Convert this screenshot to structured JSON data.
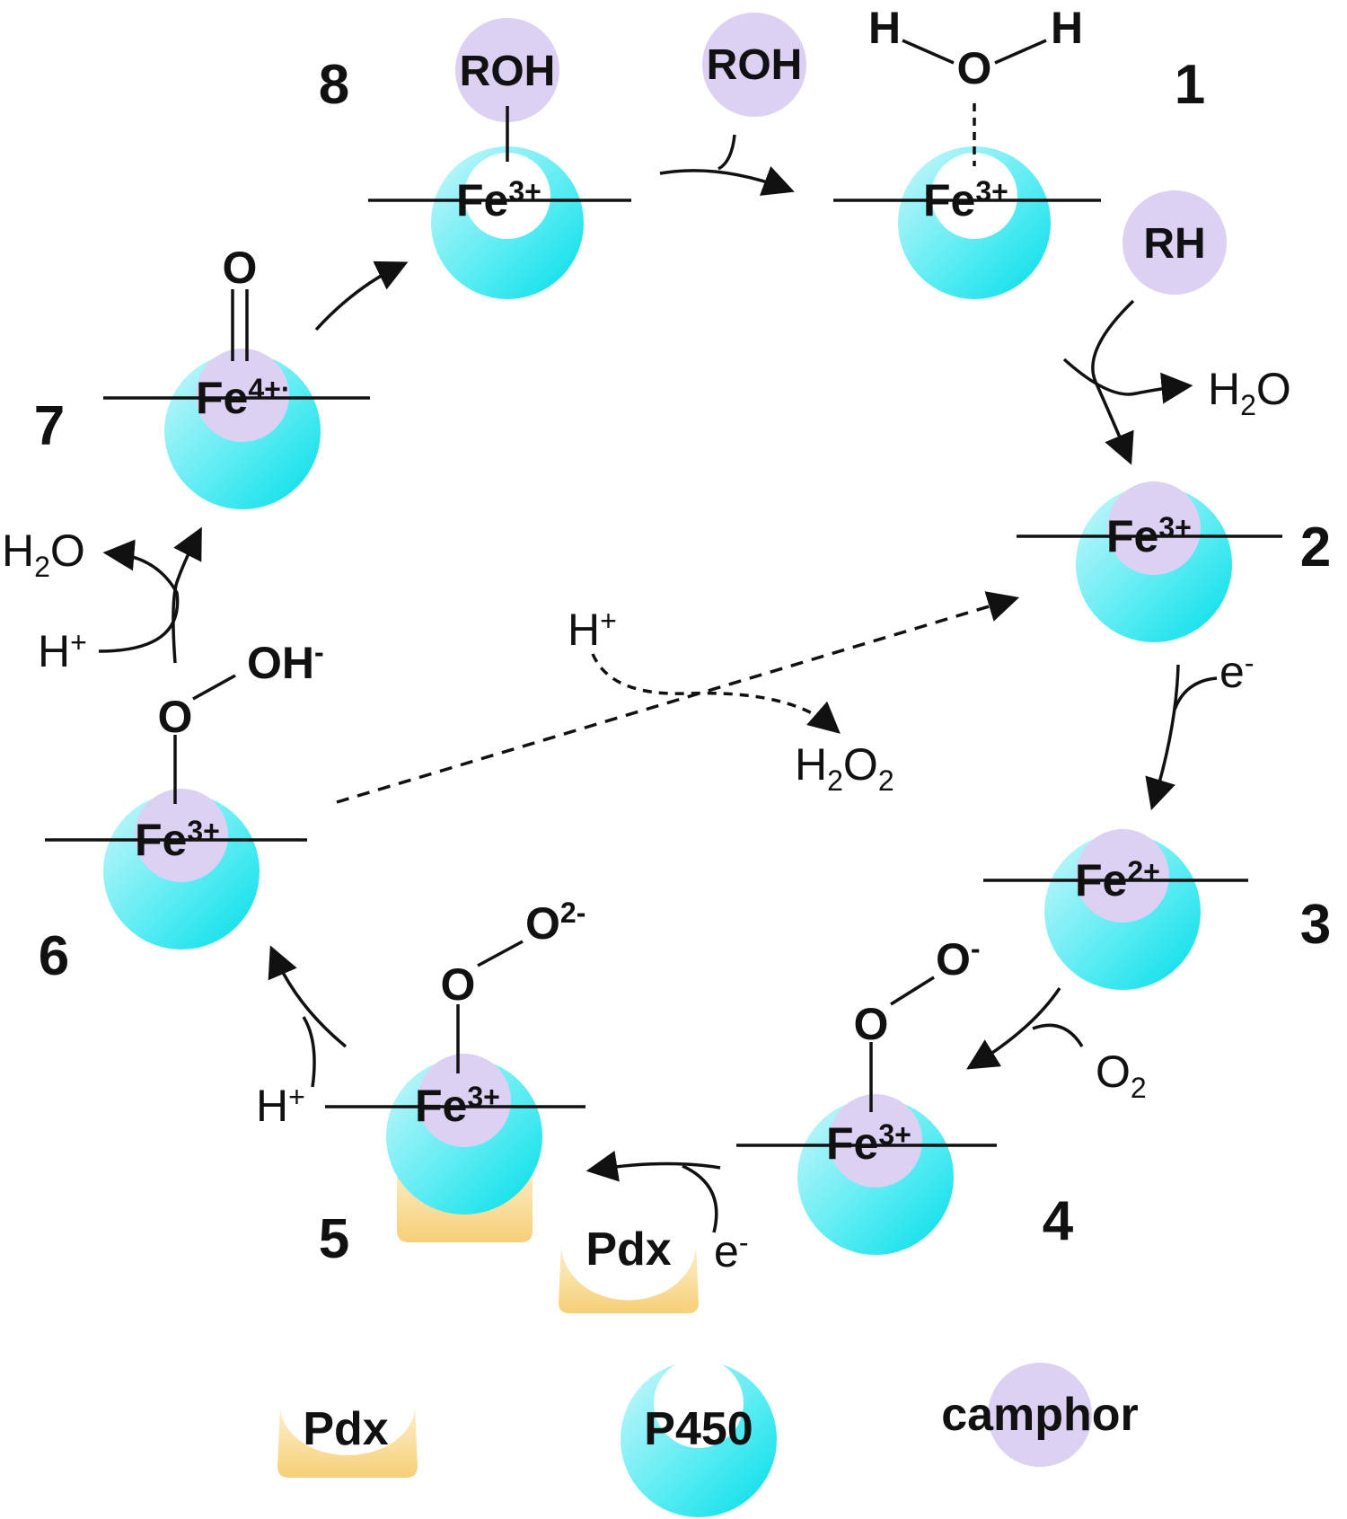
{
  "colors": {
    "p450_light": "#cdf7fb",
    "p450_dark": "#00dde8",
    "camphor": "#dcd0f3",
    "pdx_light": "#fdf1cf",
    "pdx_dark": "#f6cf77",
    "ink": "#111111"
  },
  "states": {
    "s1": {
      "number": "1",
      "fe": "Fe",
      "charge": "3+",
      "ligand_o": "O",
      "ligand_h_left": "H",
      "ligand_h_right": "H"
    },
    "s2": {
      "number": "2",
      "fe": "Fe",
      "charge": "3+"
    },
    "s3": {
      "number": "3",
      "fe": "Fe",
      "charge": "2+"
    },
    "s4": {
      "number": "4",
      "fe": "Fe",
      "charge": "3+",
      "o_inner": "O",
      "o_outer": "O",
      "o_outer_charge": "-"
    },
    "s5": {
      "number": "5",
      "fe": "Fe",
      "charge": "3+",
      "o_inner": "O",
      "o_outer": "O",
      "o_outer_charge": "2-"
    },
    "s6": {
      "number": "6",
      "fe": "Fe",
      "charge": "3+",
      "o_inner": "O",
      "oh": "OH",
      "oh_charge": "-"
    },
    "s7": {
      "number": "7",
      "fe": "Fe",
      "charge": "4+·",
      "oxo": "O"
    },
    "s8": {
      "number": "8",
      "fe": "Fe",
      "charge": "3+",
      "roh": "ROH"
    }
  },
  "reagents": {
    "roh_released": "ROH",
    "rh": "RH",
    "h2o_step1": {
      "base": "H",
      "sub": "2",
      "tail": "O"
    },
    "e_step2": {
      "base": "e",
      "sup": "-"
    },
    "o2_step3": {
      "base": "O",
      "sub": "2"
    },
    "pdx_step4": "Pdx",
    "e_step4": {
      "base": "e",
      "sup": "-"
    },
    "h_step5": {
      "base": "H",
      "sup": "+"
    },
    "h_step6": {
      "base": "H",
      "sup": "+"
    },
    "h2o_step6": {
      "base": "H",
      "sub": "2",
      "tail": "O"
    },
    "h_shunt": {
      "base": "H",
      "sup": "+"
    },
    "h2o2_shunt": {
      "base": "H",
      "sub1": "2",
      "mid": "O",
      "sub2": "2"
    }
  },
  "legend": {
    "pdx": "Pdx",
    "p450": "P450",
    "camphor": "camphor"
  }
}
